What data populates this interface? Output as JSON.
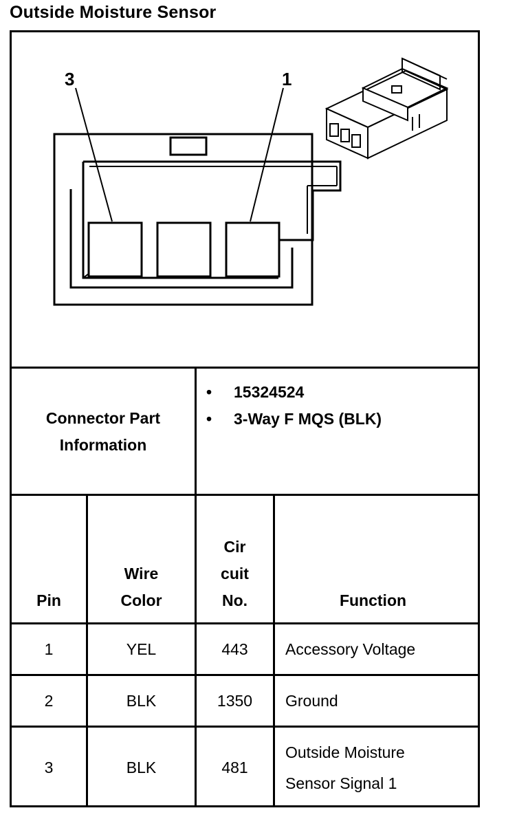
{
  "title": "Outside Moisture Sensor",
  "diagram": {
    "callouts": [
      "3",
      "1"
    ]
  },
  "connector_info": {
    "label_line1": "Connector Part",
    "label_line2": "Information",
    "bullet_glyph": "•",
    "items": [
      "15324524",
      "3-Way F MQS (BLK)"
    ]
  },
  "table": {
    "headers": {
      "pin": "Pin",
      "wire_color_1": "Wire",
      "wire_color_2": "Color",
      "circuit_1": "Cir",
      "circuit_2": "cuit",
      "circuit_3": "No.",
      "function": "Function"
    },
    "rows": [
      {
        "pin": "1",
        "wire_color": "YEL",
        "circuit": "443",
        "function_1": "Accessory Voltage",
        "function_2": ""
      },
      {
        "pin": "2",
        "wire_color": "BLK",
        "circuit": "1350",
        "function_1": "Ground",
        "function_2": ""
      },
      {
        "pin": "3",
        "wire_color": "BLK",
        "circuit": "481",
        "function_1": "Outside Moisture",
        "function_2": "Sensor Signal 1"
      }
    ]
  }
}
